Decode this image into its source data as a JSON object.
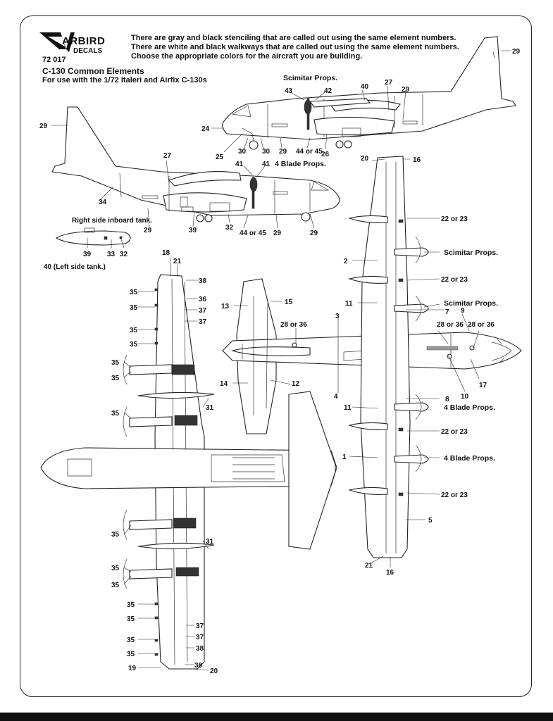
{
  "logo": {
    "main": "ARBIRD",
    "sub": "DECALS"
  },
  "header": {
    "product_code": "72 017",
    "title": "C-130 Common Elements",
    "subtitle": "For use with the 1/72 Italeri and Airfix C-130s",
    "notes": [
      "There are gray and black stenciling that are called out using the same element numbers.",
      "There are white and black walkways that are called out using the same element numbers.",
      "Choose the appropriate colors for the aircraft you are building."
    ]
  },
  "labels": {
    "scimitar_props": "Scimitar Props.",
    "four_blade_props": "4 Blade Props.",
    "right_inboard_tank": "Right side inboard tank.",
    "left_side_tank": "40 (Left side tank.)",
    "n1": "1",
    "n2": "2",
    "n3": "3",
    "n4": "4",
    "n5": "5",
    "n7": "7",
    "n8": "8",
    "n9": "9",
    "n10": "10",
    "n11": "11",
    "n12": "12",
    "n13": "13",
    "n14": "14",
    "n15": "15",
    "n16": "16",
    "n17": "17",
    "n18": "18",
    "n19": "19",
    "n20": "20",
    "n21": "21",
    "n24": "24",
    "n25": "25",
    "n26": "26",
    "n27": "27",
    "n29": "29",
    "n30": "30",
    "n31": "31",
    "n32": "32",
    "n33": "33",
    "n34": "34",
    "n35": "35",
    "n36": "36",
    "n37": "37",
    "n38": "38",
    "n39": "39",
    "n40": "40",
    "n41": "41",
    "n42": "42",
    "n43": "43",
    "n22or23": "22 or 23",
    "n28or36": "28 or 36",
    "n44or45": "44 or 45"
  }
}
